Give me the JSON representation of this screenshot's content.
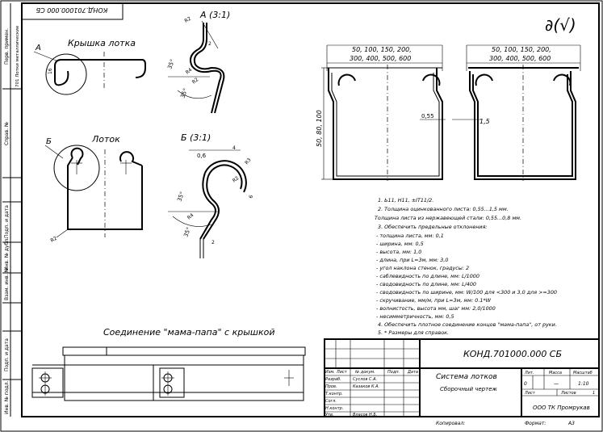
{
  "stamp": {
    "designation": "КОНД.701000.000 СБ",
    "title": "Система лотков",
    "subtitle": "Сборочный чертеж",
    "company": "ООО ТК Промрукав",
    "headers": [
      "Изм.",
      "Лист",
      "№ докум.",
      "Подп.",
      "Дата"
    ],
    "rows": [
      {
        "role": "Разраб.",
        "name": "Суслов С.А."
      },
      {
        "role": "Пров.",
        "name": "Казаков К.А."
      },
      {
        "role": "Т.контр.",
        "name": ""
      },
      {
        "role": "Согл.",
        "name": ""
      },
      {
        "role": "Н.контр.",
        "name": ""
      },
      {
        "role": "Утв.",
        "name": "Власов Н.Б."
      }
    ],
    "lit_label": "Лит.",
    "mass_label": "Масса",
    "scale_label": "Масштаб",
    "lit_value": "0",
    "mass_value": "—",
    "scale_value": "1:10",
    "sheet_label": "Лист",
    "sheets_label": "Листов",
    "sheets_value": "1",
    "copied_label": "Копировал:",
    "format_label": "Формат:",
    "format_value": "A3"
  },
  "top_left_code": "КОНД.701000.000 СБ",
  "roughness": "∂(√)",
  "side_labels": [
    "Перв. примен.",
    "701 Лотки металлические",
    "Справ. №",
    "Подп. и дата",
    "Инв. № дубл.",
    "Взам. инв. №",
    "Подп. и дата",
    "Инв. № подл."
  ],
  "views": {
    "lid_label": "Крышка лотка",
    "lid_callout": "А",
    "tray_label": "Лоток",
    "tray_callout": "Б",
    "detail_a_title": "А (3:1)",
    "detail_b_title": "Б (3:1)",
    "joint_title": "Соединение \"мама-папа\" с крышкой"
  },
  "dimensions": {
    "lid_width_top": "50, 100, 150, 200,",
    "lid_width_bottom": "300, 400, 500, 600",
    "height": "50, 80, 100",
    "thickness_1": "0,55",
    "thickness_2": "1,5",
    "lid_flange": "16",
    "a_r2": "R2",
    "a_2": "2",
    "a_35": "35°",
    "a_r4": "R4",
    "a_r2b": "R2",
    "b_r3": "R3",
    "b_r2": "R2",
    "b_r4": "R4",
    "b_06": "0,6",
    "b_4": "4",
    "b_6": "6",
    "b_35": "35°",
    "b_2": "2",
    "r2_tray": "R2"
  },
  "notes": [
    "1. Ь11, Н11, ±IT11/2.",
    "2. Толщина оцинкованного листа: 0,55...1,5 мм.",
    "Толщина листа из нержавеющей стали: 0,55...0,8 мм.",
    "3. Обеспечить предельные отклонения:",
    "- толщина листа, мм:  0,1",
    "- ширина, мм:  0,5",
    "- высота, мм:  1,0",
    "- длина, при L=3м, мм:  3,0",
    "- угол наклона стенок, градусы:  2",
    "- саблевидность по длине, мм: L/1000",
    "- сводовидность по длине, мм: L/400",
    "- сводовидность по ширине, мм: W/100 для <300 и  3,0 для >=300",
    "- скручивание, мм/м, при L=3м, мм: 0.1*W",
    "- волнистость, высота мм, шаг мм:  2,0/1000",
    "- несимметричность, мм:  0,5",
    "4. Обеспечить плотное соединение концов \"мама-папа\", от руки.",
    "5. * Размеры для справок."
  ]
}
